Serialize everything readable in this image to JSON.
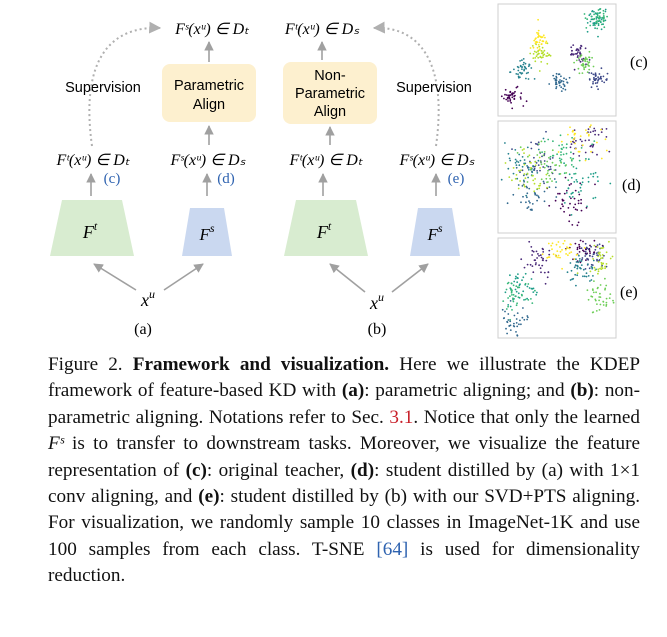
{
  "figure": {
    "panel_a_label": "(a)",
    "panel_b_label": "(b)",
    "input_symbol": "x",
    "input_superscript": "u",
    "top_left_target": "Fˢ(xᵘ) ∈ Dₜ",
    "top_right_target": "Fᵗ(xᵘ) ∈ Dₛ",
    "supervision_left": "Supervision",
    "supervision_right": "Supervision",
    "parametric_align": [
      "Parametric",
      "Align"
    ],
    "nonparametric_align": [
      "Non-",
      "Parametric",
      "Align"
    ],
    "a_teacher_output": "Fᵗ(xᵘ) ∈ Dₜ",
    "a_student_output": "Fˢ(xᵘ) ∈ Dₛ",
    "b_teacher_output": "Fᵗ(xᵘ) ∈ Dₜ",
    "b_student_output": "Fˢ(xᵘ) ∈ Dₛ",
    "tag_c": "(c)",
    "tag_d": "(d)",
    "tag_e": "(e)",
    "teacher_label": "F",
    "teacher_sup": "t",
    "student_label": "F",
    "student_sup": "s",
    "vis_c_label": "(c)",
    "vis_d_label": "(d)",
    "vis_e_label": "(e)",
    "colors": {
      "teacher_box": "#d8ecd0",
      "student_box": "#cad8f0",
      "align_box": "#fdf0cf",
      "arrow": "#a0a0a0",
      "tag_blue": "#2f63b0",
      "tsne": [
        "#440154",
        "#482878",
        "#3e4989",
        "#31688e",
        "#26828e",
        "#1f9e89",
        "#35b779",
        "#6ece58",
        "#b5de2b",
        "#fde725"
      ]
    }
  },
  "caption": {
    "label": "Figure 2.",
    "title": "Framework and visualization.",
    "s1": " Here we illustrate the KDEP framework of feature-based KD with ",
    "a": "(a)",
    "s2": ": parametric aligning; and ",
    "b": "(b)",
    "s3": ": non-parametric aligning. Notations refer to Sec. ",
    "sec_ref": "3.1",
    "s4": ". Notice that only the learned ",
    "fs": "Fˢ",
    "s5": " is to transfer to downstream tasks. Moreover, we visualize the feature representation of ",
    "c": "(c)",
    "s6": ": original teacher, ",
    "d": "(d)",
    "s7": ": student distilled by (a) with 1×1 conv aligning, and ",
    "e": "(e)",
    "s8": ": student distilled by (b) with our SVD+PTS aligning. For visualization, we randomly sample 10 classes in ImageNet-1K and use 100 samples from each class. T-SNE ",
    "cite": "[64]",
    "s9": " is used for dimensionality reduction."
  }
}
